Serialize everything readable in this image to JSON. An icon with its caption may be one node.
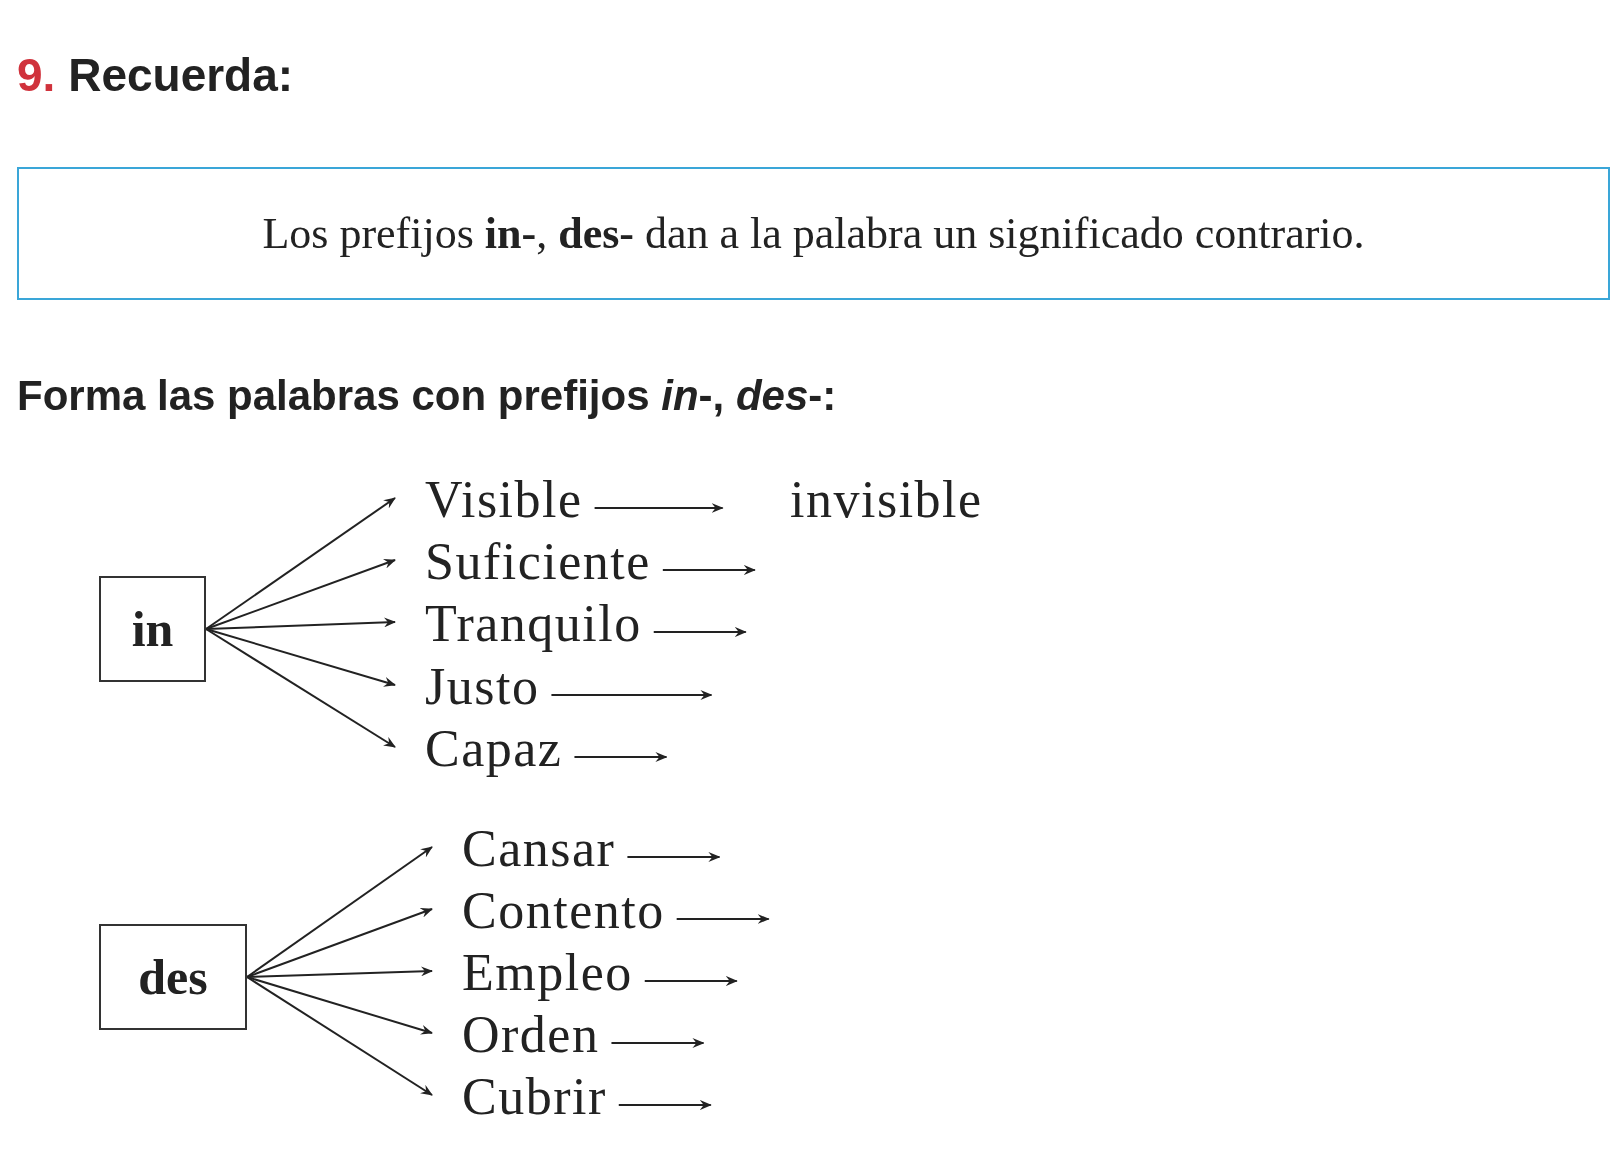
{
  "diagram": {
    "title": "9. Recuerda:",
    "nodes": [
      {
        "text": [
          "Los prefijos **in-**, **des-** dan a la palabra un significado contrario."
        ]
      },
      {
        "text": [
          "in"
        ]
      },
      {
        "text": [
          "Visible"
        ]
      },
      {
        "text": [
          "Suficiente"
        ]
      },
      {
        "text": [
          "Tranquilo"
        ]
      },
      {
        "text": [
          "Justo"
        ]
      },
      {
        "text": [
          "Capaz"
        ]
      },
      {
        "text": [
          "des"
        ]
      },
      {
        "text": [
          "Cansar"
        ]
      },
      {
        "text": [
          "Contento"
        ]
      },
      {
        "text": [
          "Empleo"
        ]
      },
      {
        "text": [
          "Orden"
        ]
      },
      {
        "text": [
          "Cubrir"
        ]
      }
    ],
    "edges": [
      {
        "from": 1,
        "to": 2,
        "arrow": "to"
      },
      {
        "from": 1,
        "to": 3,
        "arrow": "to"
      },
      {
        "from": 1,
        "to": 4,
        "arrow": "to"
      },
      {
        "from": 1,
        "to": 5,
        "arrow": "to"
      },
      {
        "from": 1,
        "to": 6,
        "arrow": "to"
      },
      {
        "from": 2,
        "to": null,
        "arrow": "to"
      },
      {
        "from": 3,
        "to": null,
        "arrow": "to"
      },
      {
        "from": 4,
        "to": null,
        "arrow": "to"
      },
      {
        "from": 5,
        "to": null,
        "arrow": "to"
      },
      {
        "from": 6,
        "to": null,
        "arrow": "to"
      },
      {
        "from": 7,
        "to": 8,
        "arrow": "to"
      },
      {
        "from": 7,
        "to": 9,
        "arrow": "to"
      },
      {
        "from": 7,
        "to": 10,
        "arrow": "to"
      },
      {
        "from": 7,
        "to": 11,
        "arrow": "to"
      },
      {
        "from": 7,
        "to": 12,
        "arrow": "to"
      },
      {
        "from": 8,
        "to": null,
        "arrow": "to"
      },
      {
        "from": 9,
        "to": null,
        "arrow": "to"
      },
      {
        "from": 10,
        "to": null,
        "arrow": "to"
      },
      {
        "from": 11,
        "to": null,
        "arrow": "to"
      },
      {
        "from": 12,
        "to": null,
        "arrow": "to"
      }
    ],
    "labels": [
      "Forma las palabras con prefijos *in*-, *des*-:",
      "invisible"
    ]
  }
}
